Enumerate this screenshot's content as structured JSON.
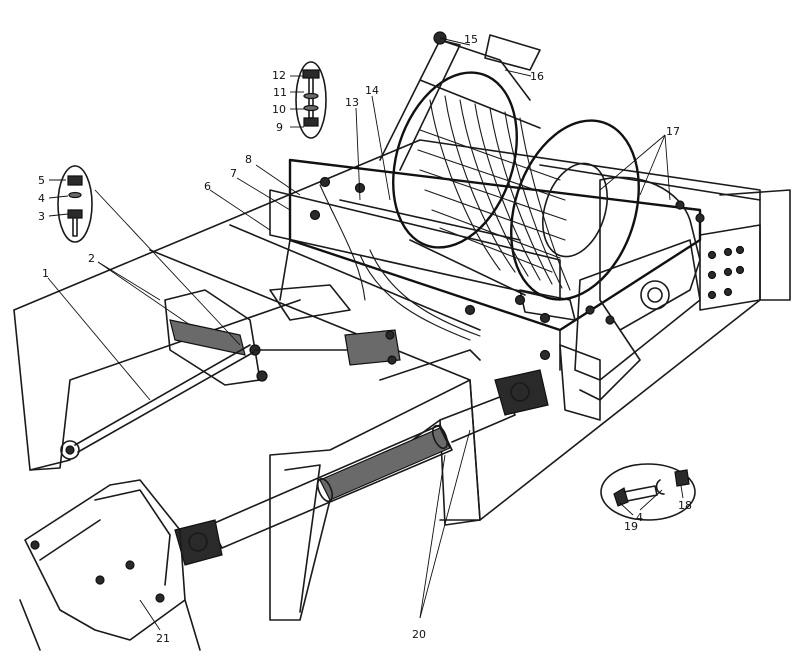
{
  "figure": {
    "callouts": [
      {
        "id": "c1",
        "text": "1"
      },
      {
        "id": "c2",
        "text": "2"
      },
      {
        "id": "c3",
        "text": "3"
      },
      {
        "id": "c4a",
        "text": "4"
      },
      {
        "id": "c5",
        "text": "5"
      },
      {
        "id": "c6",
        "text": "6"
      },
      {
        "id": "c7",
        "text": "7"
      },
      {
        "id": "c8",
        "text": "8"
      },
      {
        "id": "c9",
        "text": "9"
      },
      {
        "id": "c10",
        "text": "10"
      },
      {
        "id": "c11",
        "text": "11"
      },
      {
        "id": "c12",
        "text": "12"
      },
      {
        "id": "c13",
        "text": "13"
      },
      {
        "id": "c14",
        "text": "14"
      },
      {
        "id": "c15",
        "text": "15"
      },
      {
        "id": "c16",
        "text": "16"
      },
      {
        "id": "c17",
        "text": "17"
      },
      {
        "id": "c18",
        "text": "18"
      },
      {
        "id": "c19",
        "text": "19"
      },
      {
        "id": "c4b",
        "text": "4"
      },
      {
        "id": "c20",
        "text": "20"
      },
      {
        "id": "c21",
        "text": "21"
      }
    ]
  }
}
